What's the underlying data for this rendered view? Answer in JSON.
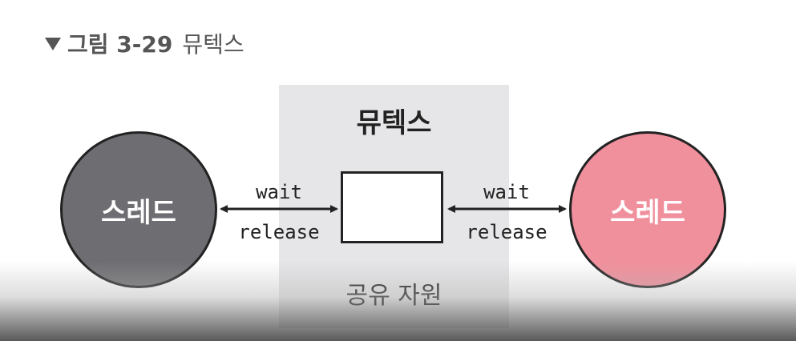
{
  "caption": {
    "figure_number": "그림 3-29",
    "title": "뮤텍스"
  },
  "diagram": {
    "mutex_label": "뮤텍스",
    "resource_label": "공유 자원",
    "threads": {
      "left": {
        "label": "스레드",
        "color": "#6e6e72"
      },
      "right": {
        "label": "스레드",
        "color": "#f1909d"
      }
    },
    "edges": {
      "left": {
        "top_label": "wait",
        "bottom_label": "release"
      },
      "right": {
        "top_label": "wait",
        "bottom_label": "release"
      }
    },
    "colors": {
      "panel": "#e6e6e8",
      "stroke": "#222222"
    }
  }
}
